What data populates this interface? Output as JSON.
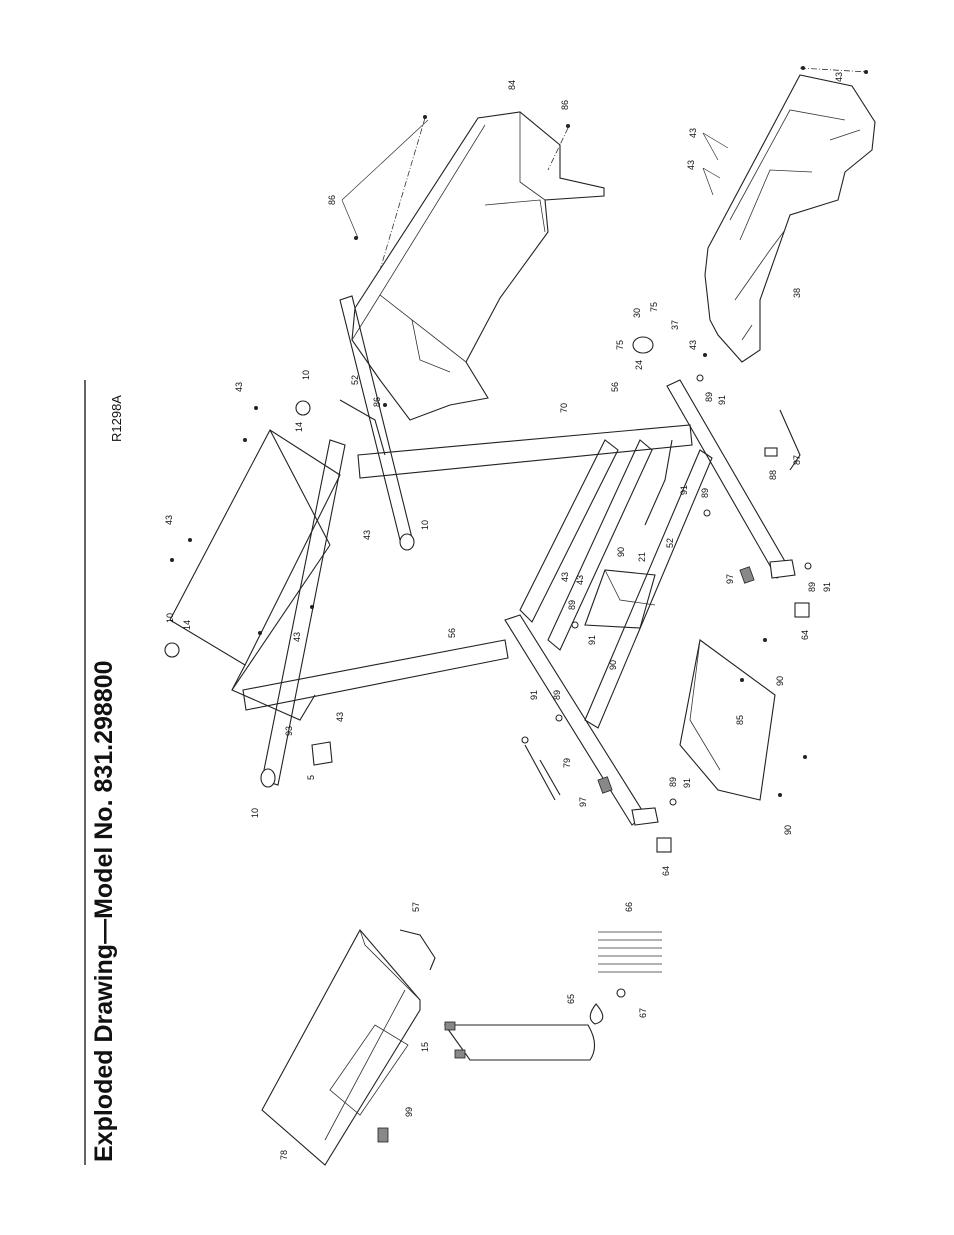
{
  "page": {
    "title": "Exploded Drawing—Model No. 831.298800",
    "drawing_code": "R1298A"
  },
  "callouts": [
    {
      "id": "c84",
      "text": "84"
    },
    {
      "id": "c86a",
      "text": "86"
    },
    {
      "id": "c86b",
      "text": "86"
    },
    {
      "id": "c86c",
      "text": "86"
    },
    {
      "id": "c43a",
      "text": "43"
    },
    {
      "id": "c43b",
      "text": "43"
    },
    {
      "id": "c43c",
      "text": "43"
    },
    {
      "id": "c43d",
      "text": "43"
    },
    {
      "id": "c43e",
      "text": "43"
    },
    {
      "id": "c43f",
      "text": "43"
    },
    {
      "id": "c43g",
      "text": "43"
    },
    {
      "id": "c43h",
      "text": "43"
    },
    {
      "id": "c43i",
      "text": "43"
    },
    {
      "id": "c43j",
      "text": "43"
    },
    {
      "id": "c43k",
      "text": "43"
    },
    {
      "id": "c38",
      "text": "38"
    },
    {
      "id": "c30",
      "text": "30"
    },
    {
      "id": "c75a",
      "text": "75"
    },
    {
      "id": "c75b",
      "text": "75"
    },
    {
      "id": "c37",
      "text": "37"
    },
    {
      "id": "c24",
      "text": "24"
    },
    {
      "id": "c56a",
      "text": "56"
    },
    {
      "id": "c56b",
      "text": "56"
    },
    {
      "id": "c70",
      "text": "70"
    },
    {
      "id": "c89a",
      "text": "89"
    },
    {
      "id": "c89b",
      "text": "89"
    },
    {
      "id": "c89c",
      "text": "89"
    },
    {
      "id": "c89d",
      "text": "89"
    },
    {
      "id": "c89e",
      "text": "89"
    },
    {
      "id": "c89f",
      "text": "89"
    },
    {
      "id": "c91a",
      "text": "91"
    },
    {
      "id": "c91b",
      "text": "91"
    },
    {
      "id": "c91c",
      "text": "91"
    },
    {
      "id": "c91d",
      "text": "91"
    },
    {
      "id": "c91e",
      "text": "91"
    },
    {
      "id": "c91f",
      "text": "91"
    },
    {
      "id": "c87",
      "text": "87"
    },
    {
      "id": "c88",
      "text": "88"
    },
    {
      "id": "c10a",
      "text": "10"
    },
    {
      "id": "c10b",
      "text": "10"
    },
    {
      "id": "c10c",
      "text": "10"
    },
    {
      "id": "c10d",
      "text": "10"
    },
    {
      "id": "c52a",
      "text": "52"
    },
    {
      "id": "c52b",
      "text": "52"
    },
    {
      "id": "c14a",
      "text": "14"
    },
    {
      "id": "c14b",
      "text": "14"
    },
    {
      "id": "c21",
      "text": "21"
    },
    {
      "id": "c90a",
      "text": "90"
    },
    {
      "id": "c90b",
      "text": "90"
    },
    {
      "id": "c90c",
      "text": "90"
    },
    {
      "id": "c90d",
      "text": "90"
    },
    {
      "id": "c97a",
      "text": "97"
    },
    {
      "id": "c97b",
      "text": "97"
    },
    {
      "id": "c64a",
      "text": "64"
    },
    {
      "id": "c64b",
      "text": "64"
    },
    {
      "id": "c85",
      "text": "85"
    },
    {
      "id": "c79",
      "text": "79"
    },
    {
      "id": "c93",
      "text": "93"
    },
    {
      "id": "c5",
      "text": "5"
    },
    {
      "id": "c57",
      "text": "57"
    },
    {
      "id": "c66",
      "text": "66"
    },
    {
      "id": "c65",
      "text": "65"
    },
    {
      "id": "c67",
      "text": "67"
    },
    {
      "id": "c15",
      "text": "15"
    },
    {
      "id": "c99",
      "text": "99"
    },
    {
      "id": "c78",
      "text": "78"
    }
  ]
}
